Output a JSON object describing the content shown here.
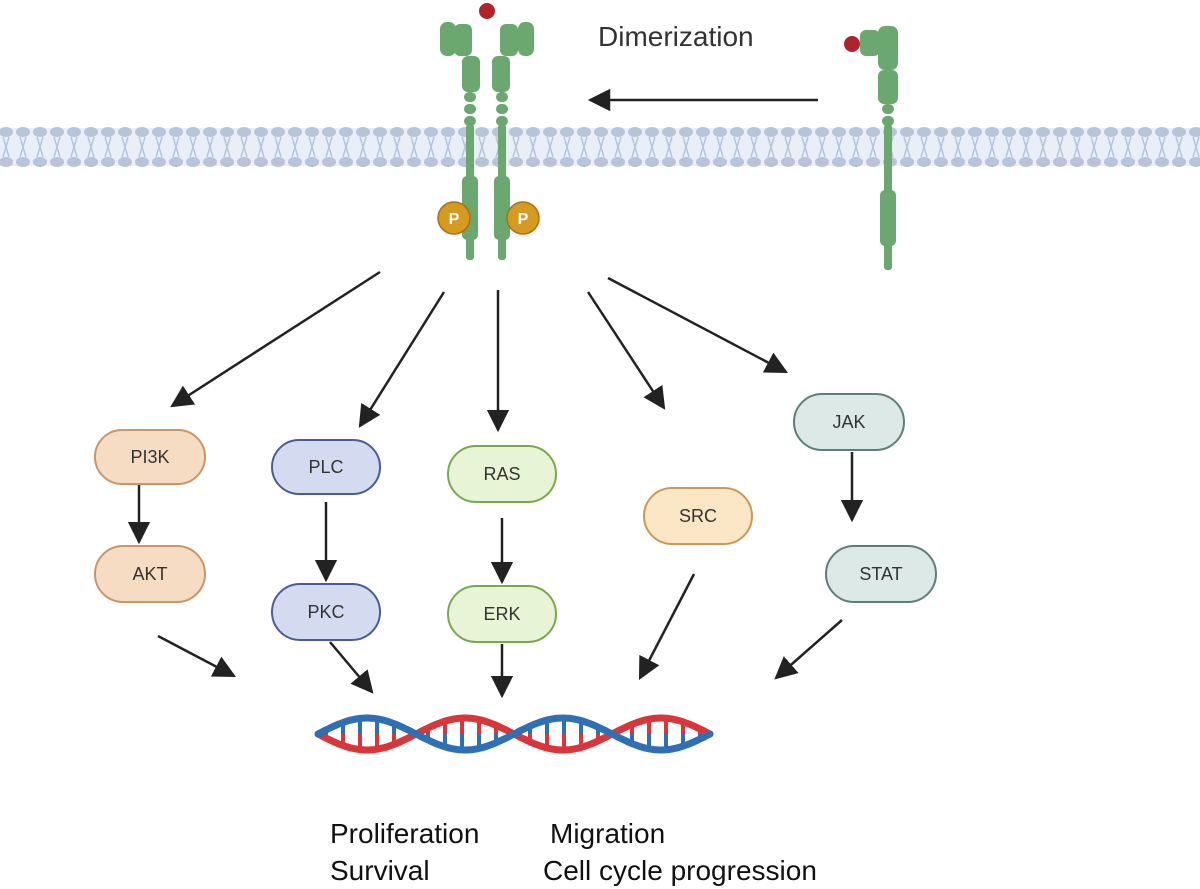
{
  "top_label": "Dimerization",
  "receptor": {
    "phospho_label": "P"
  },
  "nodes": {
    "pi3k": {
      "label": "PI3K",
      "fill": "#f6dcc3",
      "stroke": "#c8966a"
    },
    "akt": {
      "label": "AKT",
      "fill": "#f6dcc3",
      "stroke": "#c8966a"
    },
    "plc": {
      "label": "PLC",
      "fill": "#d4daf0",
      "stroke": "#4d5a9a"
    },
    "pkc": {
      "label": "PKC",
      "fill": "#d4daf0",
      "stroke": "#4d5a9a"
    },
    "ras": {
      "label": "RAS",
      "fill": "#e8f4d6",
      "stroke": "#7aa84d"
    },
    "erk": {
      "label": "ERK",
      "fill": "#e8f4d6",
      "stroke": "#7aa84d"
    },
    "src": {
      "label": "SRC",
      "fill": "#fbe6c6",
      "stroke": "#c89a58"
    },
    "jak": {
      "label": "JAK",
      "fill": "#dde9e6",
      "stroke": "#5e7f79"
    },
    "stat": {
      "label": "STAT",
      "fill": "#dde9e6",
      "stroke": "#5e7f79"
    }
  },
  "outcomes": {
    "proliferation": "Proliferation",
    "survival": "Survival",
    "migration": "Migration",
    "cell_cycle": "Cell cycle progression"
  },
  "colors": {
    "membrane": "#b7c4dc",
    "receptor": "#6aa86f",
    "ligand": "#b0232d",
    "phospho": "#d59a1f",
    "arrow": "#222222",
    "dna_red": "#d9363c",
    "dna_blue": "#2f6fb3"
  }
}
